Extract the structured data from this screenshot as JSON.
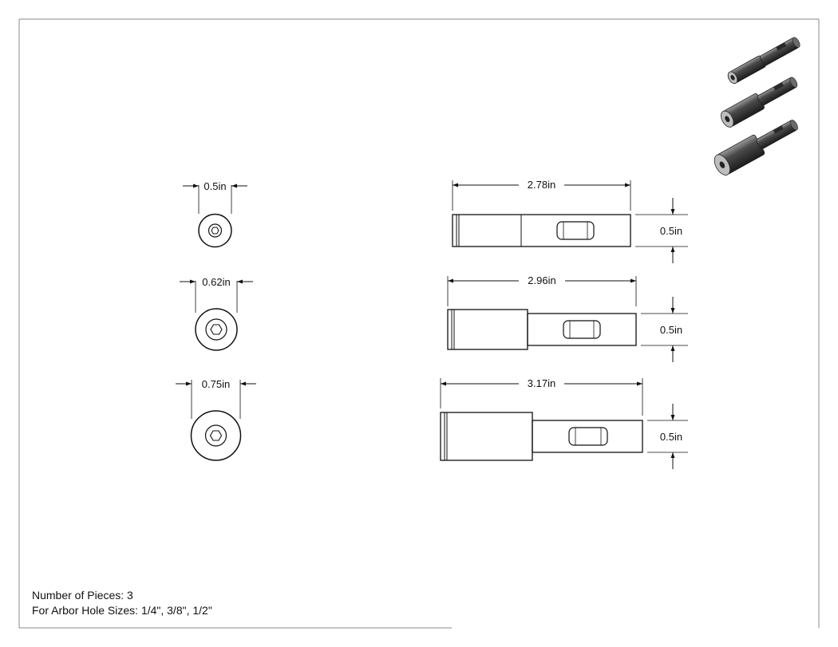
{
  "drawing": {
    "parts": [
      {
        "id": "small",
        "end_view": {
          "diameter_label": "0.5in"
        },
        "side_view": {
          "length_label": "2.78in",
          "shank_label": "0.5in"
        }
      },
      {
        "id": "medium",
        "end_view": {
          "diameter_label": "0.62in"
        },
        "side_view": {
          "length_label": "2.96in",
          "shank_label": "0.5in"
        }
      },
      {
        "id": "large",
        "end_view": {
          "diameter_label": "0.75in"
        },
        "side_view": {
          "length_label": "3.17in",
          "shank_label": "0.5in"
        }
      }
    ],
    "notes": {
      "pieces": "Number of Pieces: 3",
      "arbor_sizes": "For Arbor Hole Sizes: 1/4\", 3/8\", 1/2\""
    }
  }
}
